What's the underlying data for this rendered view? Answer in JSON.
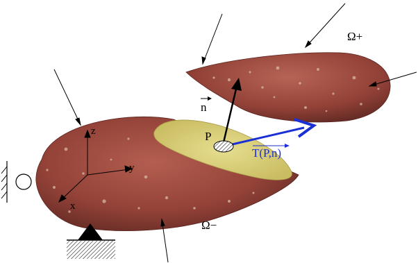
{
  "labels": {
    "omega_plus": "Ω+",
    "omega_minus": "Ω−",
    "point": "P",
    "normal": "n",
    "traction": "T(P,n)",
    "axis_x": "x",
    "axis_y": "y",
    "axis_z": "z"
  },
  "colors": {
    "potato_skin": "#9b4a3e",
    "potato_skin_dark": "#6d2f28",
    "potato_flesh": "#d9cf7a",
    "traction_arrow": "#1a2fd6",
    "line": "#000000"
  }
}
